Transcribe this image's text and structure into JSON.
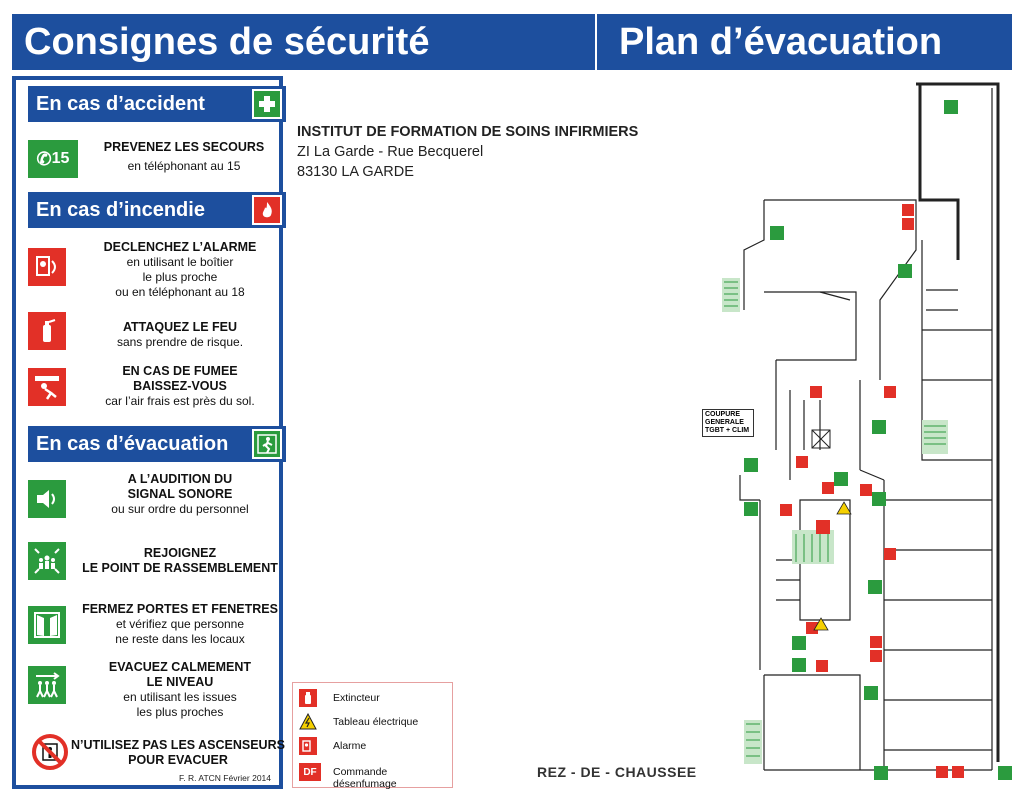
{
  "banner": {
    "left_title": "Consignes de sécurité",
    "right_title": "Plan d’évacuation"
  },
  "sections": {
    "accident": {
      "title": "En cas d’accident",
      "icon": "first-aid-cross-icon",
      "items": [
        {
          "icon_label": "15",
          "bold": "PREVENEZ LES SECOURS",
          "lines": [
            "en téléphonant au 15"
          ]
        }
      ]
    },
    "incendie": {
      "title": "En cas d’incendie",
      "icon": "fire-icon",
      "items": [
        {
          "bold": "DECLENCHEZ L’ALARME",
          "lines": [
            "en utilisant le boîtier",
            "le plus proche",
            "ou en téléphonant au 18"
          ]
        },
        {
          "bold": "ATTAQUEZ LE FEU",
          "lines": [
            "sans prendre de risque."
          ]
        },
        {
          "bold": "EN CAS DE FUMEE",
          "bold2": "BAISSEZ-VOUS",
          "lines": [
            "car l’air frais est près du sol."
          ]
        }
      ]
    },
    "evacuation": {
      "title": "En cas d’évacuation",
      "icon": "emergency-exit-icon",
      "items": [
        {
          "bold": "A L’AUDITION DU",
          "bold2": "SIGNAL SONORE",
          "lines": [
            "ou sur ordre du personnel"
          ]
        },
        {
          "bold": "REJOIGNEZ",
          "bold2": "LE POINT DE RASSEMBLEMENT",
          "lines": []
        },
        {
          "bold": "FERMEZ PORTES ET FENETRES",
          "lines": [
            "et vérifiez que personne",
            "ne reste dans les locaux"
          ]
        },
        {
          "bold": "EVACUEZ CALMEMENT",
          "bold2": "LE NIVEAU",
          "lines": [
            "en utilisant les issues",
            "les plus proches"
          ]
        },
        {
          "bold": "N’UTILISEZ PAS LES ASCENSEURS",
          "bold2": "POUR EVACUER",
          "lines": []
        }
      ]
    }
  },
  "footer_note": "F. R. ATCN Février 2014",
  "address": {
    "line1": "INSTITUT DE FORMATION DE SOINS INFIRMIERS",
    "line2": "ZI La Garde - Rue Becquerel",
    "line3": "83130  LA GARDE"
  },
  "coupure": {
    "l1": "COUPURE",
    "l2": "GENERALE",
    "l3": "TGBT + CLIM"
  },
  "legend": [
    {
      "icon": "extinguisher-icon",
      "label": "Extincteur"
    },
    {
      "icon": "electric-panel-icon",
      "label": "Tableau électrique"
    },
    {
      "icon": "alarm-icon",
      "label": "Alarme"
    },
    {
      "icon": "df-icon",
      "icon_label": "DF",
      "label": "Commande désenfumage"
    }
  ],
  "level_label": "REZ - DE - CHAUSSEE",
  "colors": {
    "blue": "#1d4f9e",
    "green": "#2b9b3e",
    "red": "#e23027"
  }
}
